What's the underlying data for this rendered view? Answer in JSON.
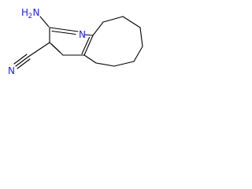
{
  "molecule": {
    "colors": {
      "nitrogen": "#1f1fe6",
      "bond": "#000000"
    },
    "labels": {
      "amine_h2": "H",
      "amine_h2_sub": "2",
      "amine_n": "N",
      "ring_n": "N",
      "nitrile_n": "N"
    }
  }
}
